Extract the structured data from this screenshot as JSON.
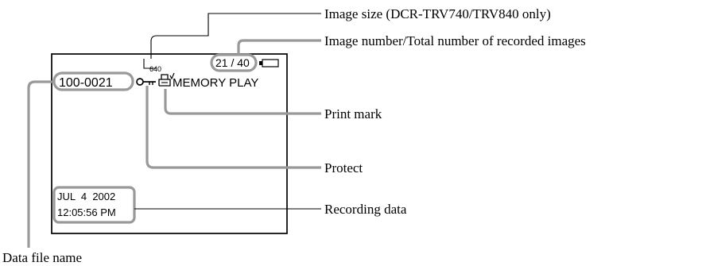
{
  "screen": {
    "size_value": "640",
    "image_counter": "21 / 40",
    "file_number": "100-0021",
    "mode_label": "MEMORY PLAY",
    "date": "JUL  4  2002",
    "time": "12:05:56 PM"
  },
  "labels": {
    "image_size": "Image size (DCR-TRV740/TRV840 only)",
    "image_number": "Image number/Total number of recorded images",
    "print_mark": "Print mark",
    "protect": "Protect",
    "recording_data": "Recording data",
    "data_file_name": "Data file name"
  },
  "icons": {
    "protect": "key-icon",
    "print_mark": "printer-check-icon",
    "battery": "battery-icon",
    "image_size": "image-size-frame-icon"
  }
}
